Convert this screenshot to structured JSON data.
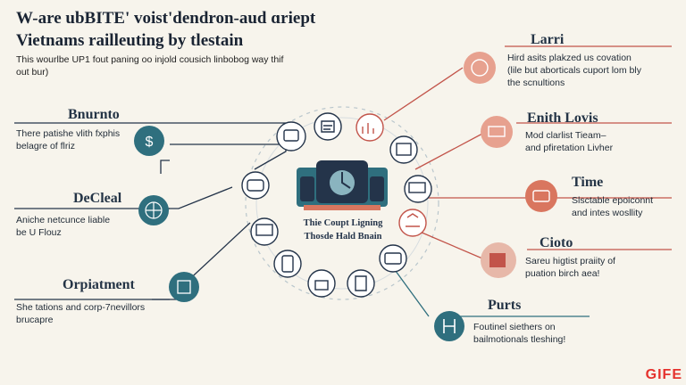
{
  "title": {
    "line1": "W-are ubBITE' voist'dendron-aud ɑriept",
    "line2": "Vietnams railleuting by tlestain"
  },
  "subtitle": {
    "line1": "This wourlbe UP1 fout paning oo injold cousich linbobog way thif",
    "line2": "out bur)"
  },
  "hub": {
    "line1": "Thie Coupt Ligning",
    "line2": "Thosde Hald Bnain"
  },
  "left_boxes": [
    {
      "title": "Bnurnto",
      "line1": "There patishe vlith fxphis",
      "line2": "belagre of flriz"
    },
    {
      "title": "DeCleal",
      "line1": "Aniche netcunce liable",
      "line2": "be U Flouz"
    },
    {
      "title": "Orpiatment",
      "line1": "She tations and corp-7nevillors",
      "line2": "brucapre"
    }
  ],
  "right_boxes": [
    {
      "title": "Larri",
      "line1": "Hird asits plakzed us covation",
      "line2": "(lile but aborticals cuport lom bly",
      "line3": "the scnultions"
    },
    {
      "title": "Enith Lovis",
      "line1": "Mod clarlist Tieam–",
      "line2": "and pfiretation Livher"
    },
    {
      "title": "Time",
      "line1": "Slsctable epoiconnt",
      "line2": "and intes wosllity"
    },
    {
      "title": "Cioto",
      "line1": "Sareu higtist praiity of",
      "line2": "puation birch aea!"
    },
    {
      "title": "Purts",
      "line1": "Foutinel siethers on",
      "line2": "bailmotionals tleshing!"
    }
  ],
  "icons": {
    "hub": "building-hub-icon",
    "ring": [
      "device-icon",
      "document-icon",
      "chart-icon",
      "package-icon",
      "truck-icon",
      "bank-icon",
      "card-icon",
      "contract-icon",
      "lock-icon",
      "phone-icon",
      "laptop-icon",
      "wallet-icon",
      "coin-icon",
      "book-icon"
    ],
    "nodes": [
      "dollar-icon",
      "globe-icon",
      "network-icon",
      "coin-icon",
      "money-stack-icon",
      "card-icon",
      "box-icon",
      "plug-icon"
    ]
  },
  "colors": {
    "background": "#f7f4ec",
    "teal": "#2f6f7e",
    "coral": "#d9765f",
    "navy": "#24344a",
    "line": "#c2544a"
  },
  "watermark": "GIFE"
}
